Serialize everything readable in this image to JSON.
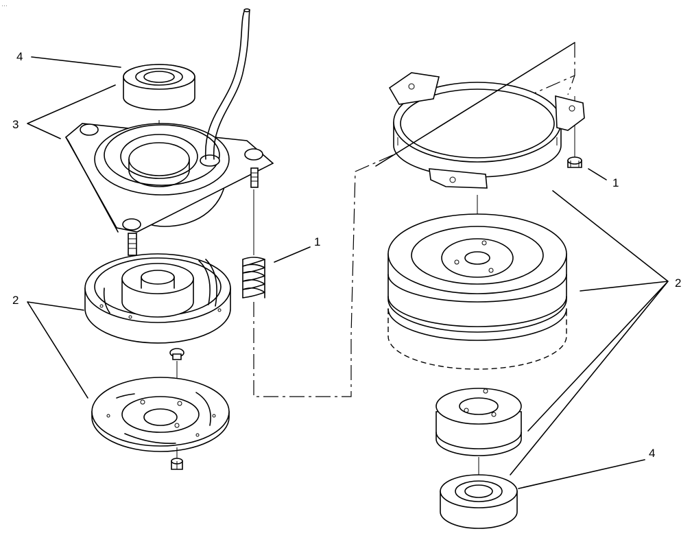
{
  "corner_text": "…",
  "callouts": {
    "left_bearing": "4",
    "left_housing": "3",
    "left_spring": "1",
    "left_rotor": "2",
    "right_nut": "1",
    "right_pulley": "2",
    "right_bearing": "4"
  }
}
